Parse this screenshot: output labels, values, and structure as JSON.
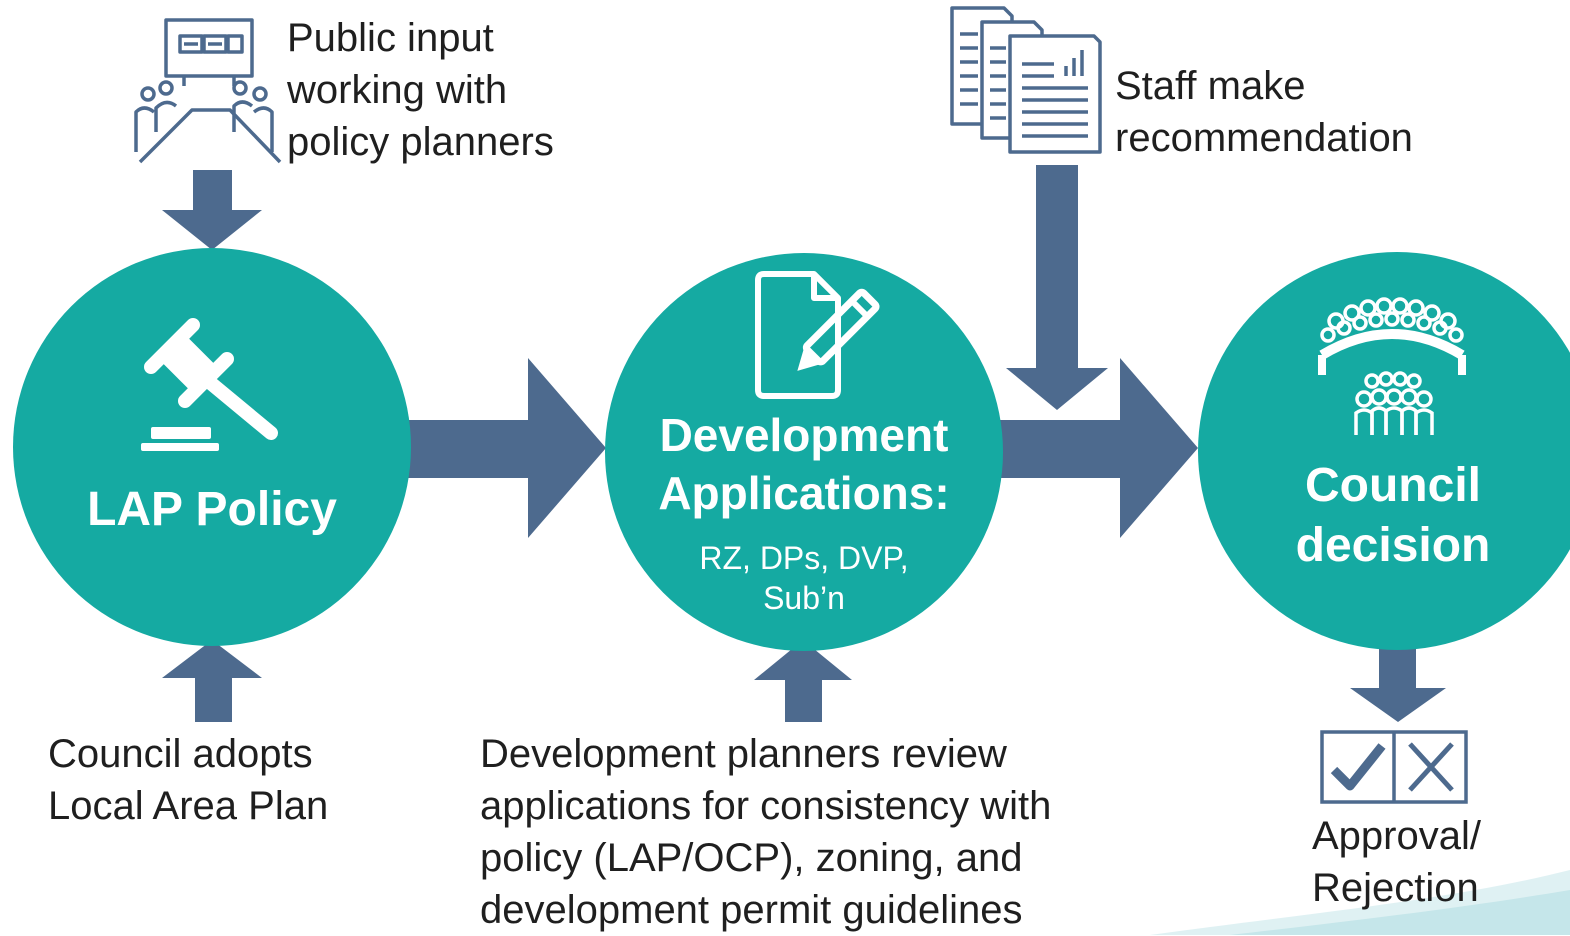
{
  "colors": {
    "teal": "#15aaa2",
    "arrow": "#4d6a8e",
    "icon_outline": "#4d6a8e",
    "text": "#1f1f1f",
    "white": "#ffffff"
  },
  "nodes": {
    "lap": {
      "title": "LAP Policy",
      "icon": "gavel-icon"
    },
    "dev": {
      "title_line1": "Development",
      "title_line2": "Applications:",
      "sub_line1": "RZ, DPs, DVP,",
      "sub_line2": "Sub’n",
      "icon": "document-pencil-icon"
    },
    "council": {
      "title_line1": "Council",
      "title_line2": "decision",
      "icon": "audience-icon"
    }
  },
  "labels": {
    "public_input": [
      "Public input",
      "working with",
      "policy planners"
    ],
    "staff": [
      "Staff make",
      "recommendation"
    ],
    "council_adopts": [
      "Council adopts",
      "Local Area Plan"
    ],
    "dev_planners": [
      "Development planners review",
      "applications for consistency with",
      "policy (LAP/OCP), zoning, and",
      "development permit guidelines"
    ],
    "approval": [
      "Approval/",
      "Rejection"
    ]
  },
  "icons": {
    "meeting": "meeting-table-icon",
    "reports": "documents-report-icon",
    "approval": "check-x-icon"
  }
}
